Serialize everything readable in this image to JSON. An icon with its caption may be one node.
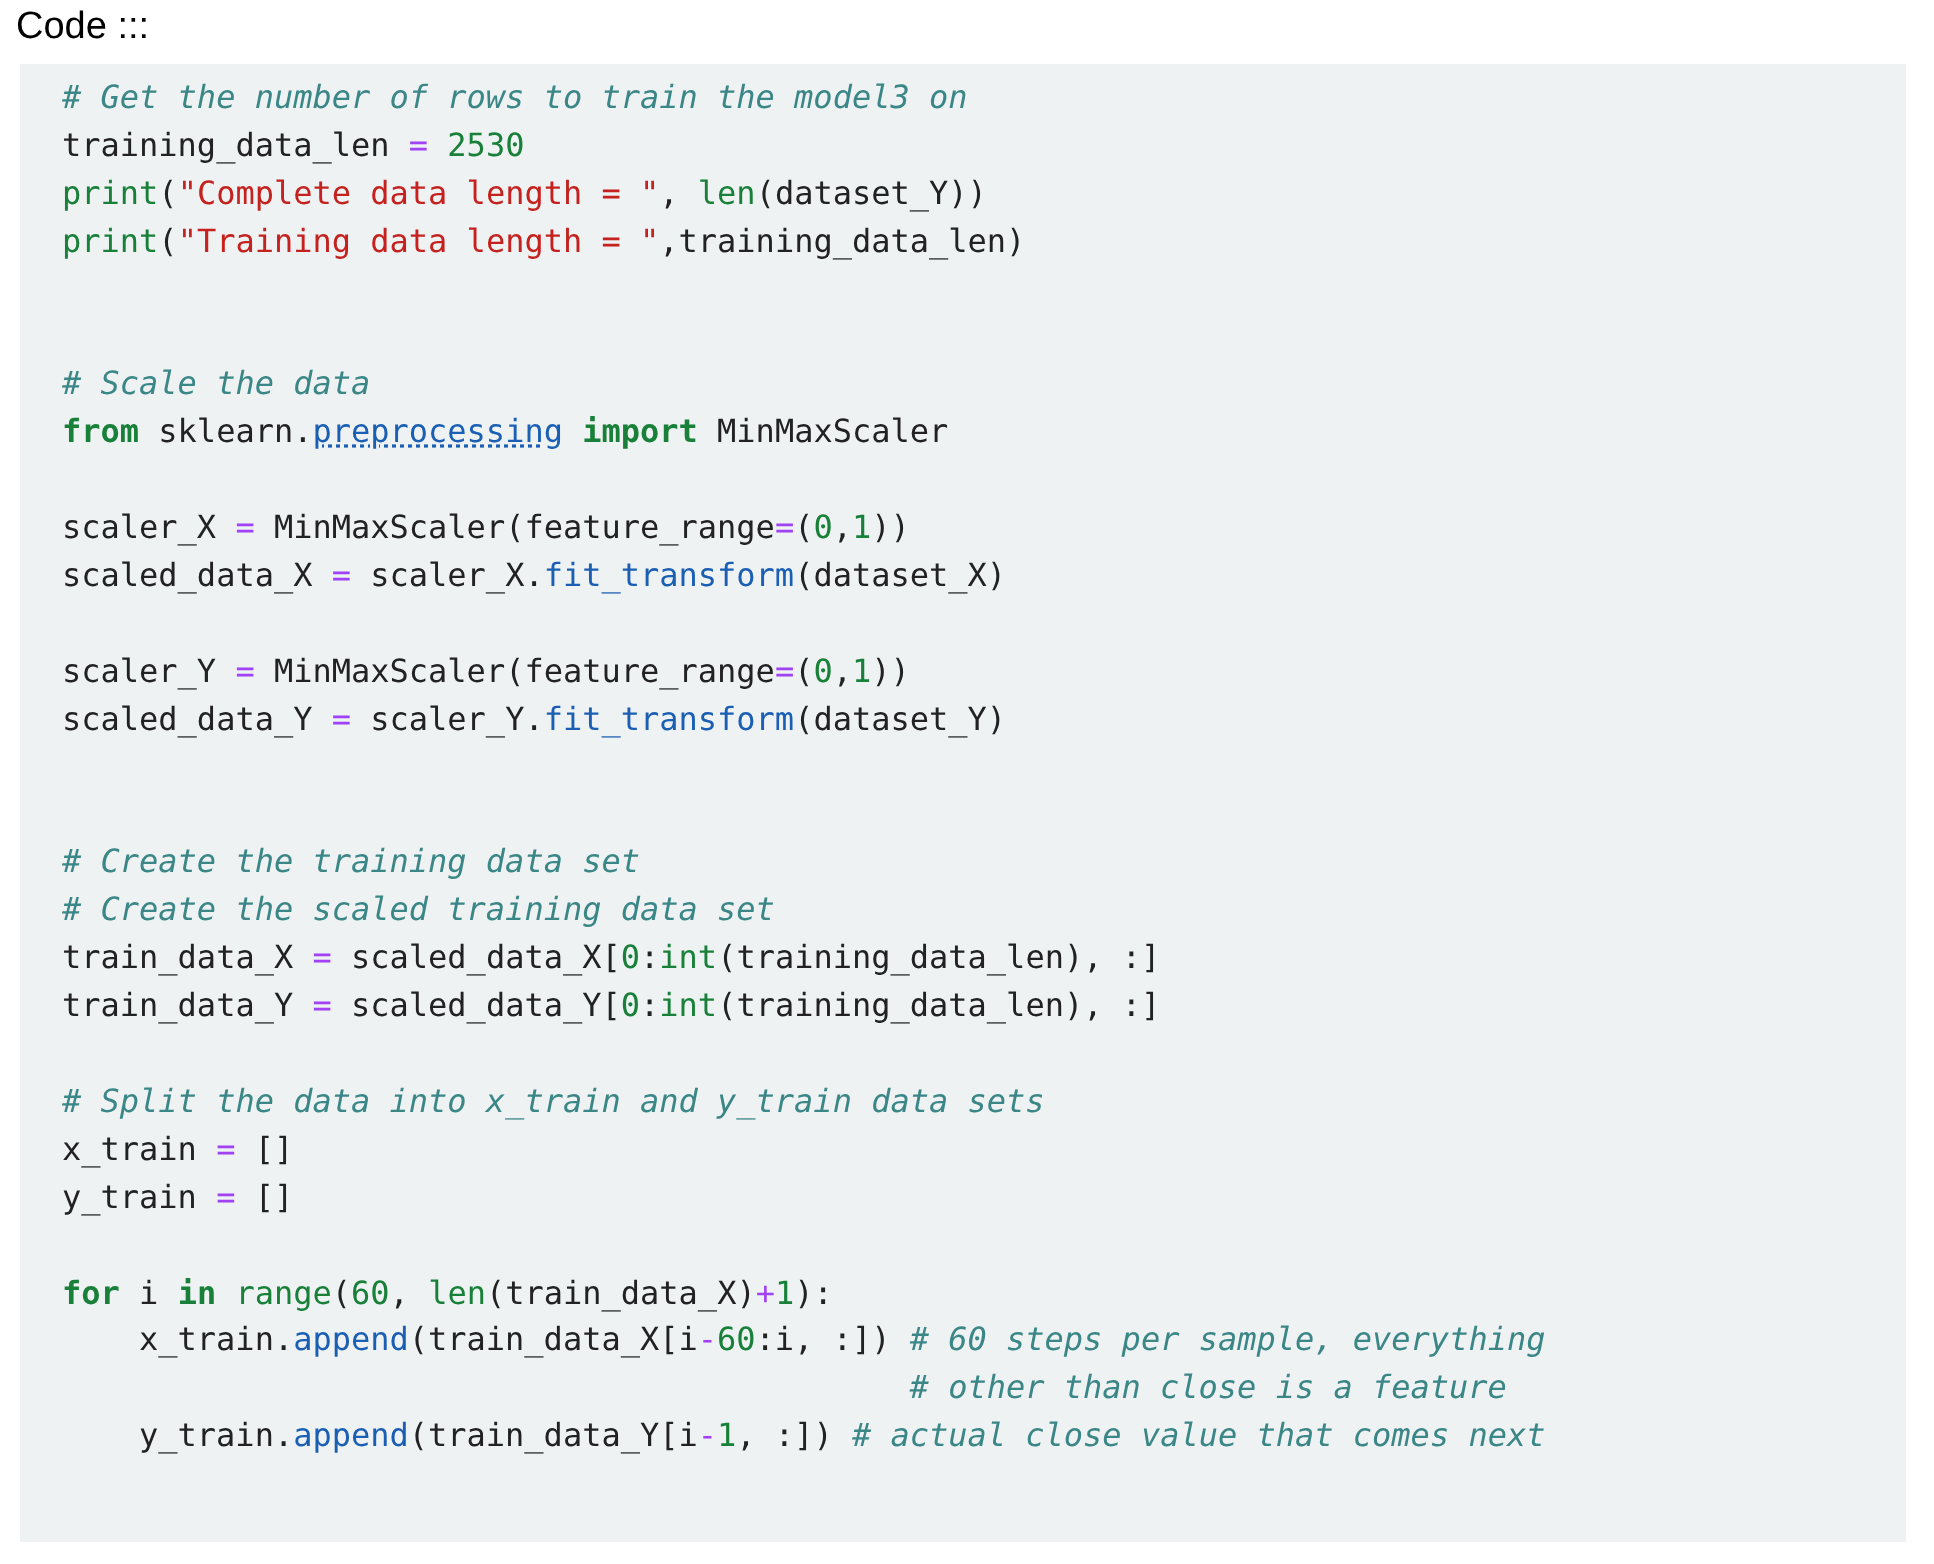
{
  "diagram": {
    "title": "Code :::",
    "nodes": [
      {
        "text": [
          "# Get the number of rows to train the model3 on",
          "training_data_len = 2530",
          "print(\"Complete data length = \", len(dataset_Y))",
          "print(\"Training data length = \",training_data_len)",
          "# Scale the data",
          "**from** sklearn.preprocessing **import** MinMaxScaler",
          "scaler_X = MinMaxScaler(feature_range=(0,1))",
          "scaled_data_X = scaler_X.fit_transform(dataset_X)",
          "scaler_Y = MinMaxScaler(feature_range=(0,1))",
          "scaled_data_Y = scaler_Y.fit_transform(dataset_Y)",
          "# Create the training data set",
          "# Create the scaled training data set",
          "train_data_X = scaled_data_X[0:int(training_data_len), :]",
          "train_data_Y = scaled_data_Y[0:int(training_data_len), :]",
          "# Split the data into x_train and y_train data sets",
          "x_train = []",
          "y_train = []",
          "**for** i **in** range(60, len(train_data_X)+1):",
          "x_train.append(train_data_X[i-60:i, :]) # 60 steps per sample, everything",
          "# other than close is a feature",
          "y_train.append(train_data_Y[i-1, :]) # actual close value that comes next"
        ]
      }
    ]
  }
}
